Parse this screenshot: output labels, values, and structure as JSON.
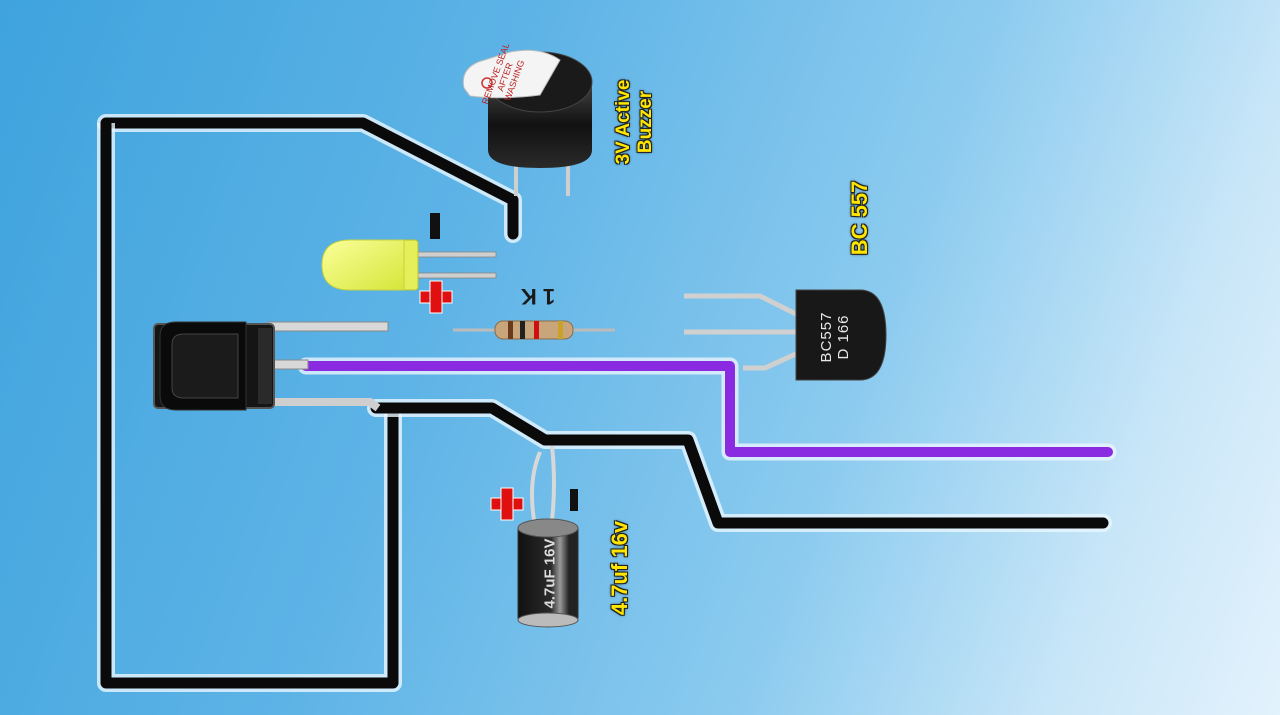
{
  "components": {
    "buzzer": {
      "label": "3V Active\nBuzzer",
      "label_line1": "3V Active",
      "label_line2": "Buzzer",
      "sticker": "REMOVE SEAL AFTER WASHING"
    },
    "transistor": {
      "label": "BC 557",
      "marking_line1": "BC557",
      "marking_line2": "D 166"
    },
    "resistor": {
      "label": "1 K"
    },
    "capacitor": {
      "label": "4.7uf 16v",
      "body_text": "4.7uF 16V"
    },
    "led": {
      "minus_sign": "-",
      "plus_sign": "+"
    },
    "cap_polarity": {
      "minus_sign": "-",
      "plus_sign": "+"
    }
  },
  "colors": {
    "wire_black": "#0a0a0a",
    "wire_purple": "#8a2be2",
    "label_yellow": "#ffe600",
    "plus_red": "#e01010"
  }
}
